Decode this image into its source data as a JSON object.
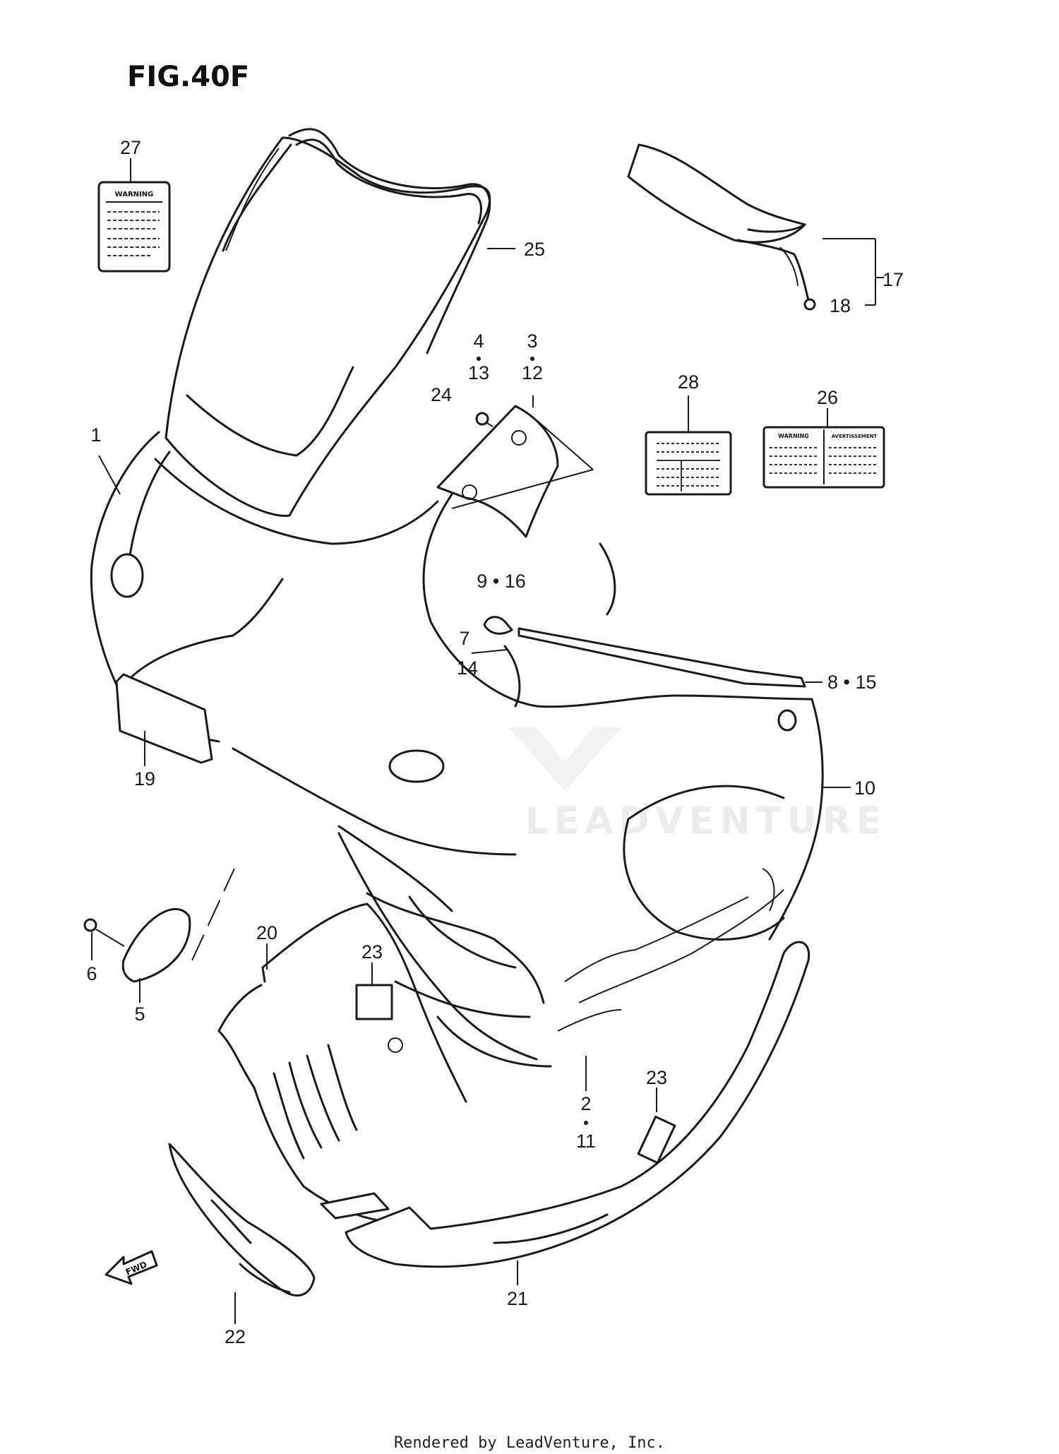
{
  "figure": {
    "title": "FIG.40F",
    "footer": "Rendered by LeadVenture, Inc.",
    "watermark": "LEADVENTURE",
    "fwd_label": "FWD"
  },
  "callouts": {
    "c1": "1",
    "c2": "2",
    "c3": "3",
    "c4": "4",
    "c5": "5",
    "c6": "6",
    "c7": "7",
    "c8_15": "8 • 15",
    "c9_16": "9 • 16",
    "c10": "10",
    "c11": "11",
    "c12": "12",
    "c13": "13",
    "c14": "14",
    "c17": "17",
    "c18": "18",
    "c19": "19",
    "c20": "20",
    "c21": "21",
    "c22": "22",
    "c23a": "23",
    "c23b": "23",
    "c24": "24",
    "c25": "25",
    "c26": "26",
    "c27": "27",
    "c28": "28"
  },
  "labels": {
    "warning_label_27": "WARNING",
    "warning_label_26a": "WARNING",
    "warning_label_26b": "AVERTISSEMENT"
  },
  "colors": {
    "line": "#1a1a1a",
    "background": "#ffffff",
    "watermark": "#ececec"
  }
}
